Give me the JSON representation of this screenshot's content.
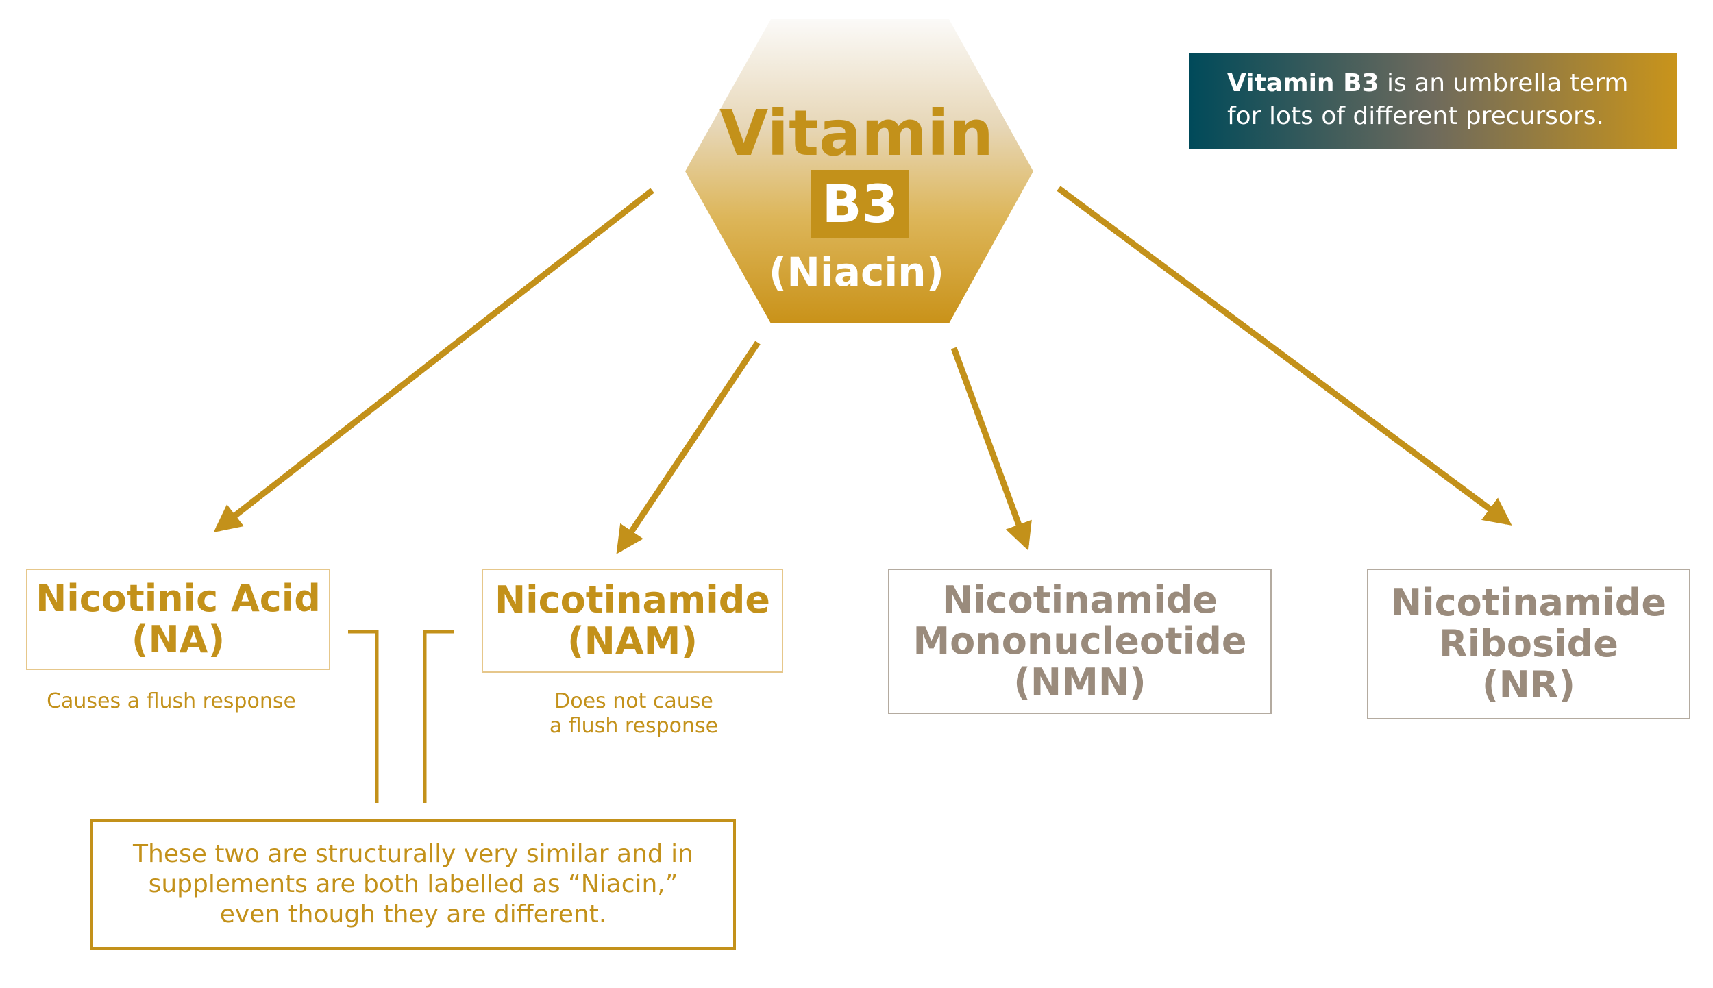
{
  "hexagon": {
    "title": "Vitamin",
    "badge": "B3",
    "subtitle": "(Niacin)"
  },
  "note": {
    "strong": "Vitamin B3",
    "rest_line1": " is an umbrella term",
    "line2": "for lots of different precursors."
  },
  "nodes": [
    {
      "id": "na",
      "lines": [
        "Nicotinic Acid",
        "(NA)"
      ],
      "style": "highlight"
    },
    {
      "id": "nam",
      "lines": [
        "Nicotinamide",
        "(NAM)"
      ],
      "style": "highlight"
    },
    {
      "id": "nmn",
      "lines": [
        "Nicotinamide",
        "Mononucleotide",
        "(NMN)"
      ],
      "style": "muted"
    },
    {
      "id": "nr",
      "lines": [
        "Nicotinamide",
        "Riboside",
        "(NR)"
      ],
      "style": "muted"
    }
  ],
  "captions": {
    "na": [
      "Causes a flush response"
    ],
    "nam": [
      "Does not cause",
      "a flush response"
    ]
  },
  "similarity_note": [
    "These two are structurally very similar and in",
    "supplements are both labelled as “Niacin,”",
    "even though they are different."
  ],
  "colors": {
    "gold": "#c3911a",
    "gold_light": "#e6c78b",
    "muted": "#9a8b7c",
    "muted_border": "#b4aba0",
    "teal": "#004a5a"
  }
}
